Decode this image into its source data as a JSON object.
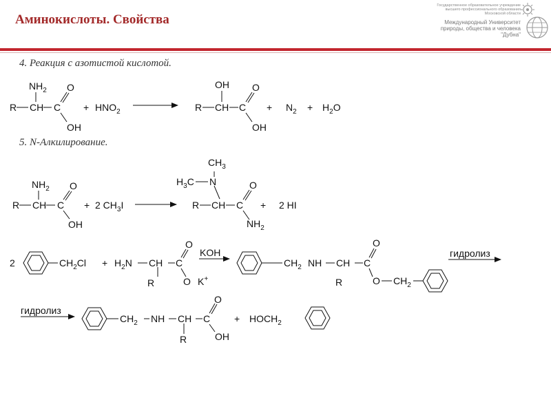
{
  "header": {
    "title": "Аминокислоты. Свойства",
    "logo": {
      "line1": "Государственное образовательное учреждение",
      "line2": "высшего профессионального образования",
      "line3": "Московской области",
      "line4": "Международный Университет",
      "line5": "природы, общества и человека",
      "line6": "\"Дубна\""
    }
  },
  "colors": {
    "title": "#a32a2a",
    "rule": "#c2262e"
  },
  "sections": [
    {
      "label": "4. Реакция с азотистой кислотой."
    },
    {
      "label": "5. N-Алкилирование."
    }
  ],
  "chem": {
    "R": "R",
    "CH": "CH",
    "C": "C",
    "O": "O",
    "OH": "OH",
    "NH": "NH",
    "N": "N",
    "NH2": "NH",
    "sub2": "2",
    "sub3": "3",
    "plus": "+",
    "HNO": "HNO",
    "H": "H",
    "N2": "N",
    "H2O_a": "H",
    "H2O_b": "O",
    "CH3I_a": "2 CH",
    "CH3I_b": "I",
    "H3C_a": "H",
    "H3C_b": "C",
    "CH3": "CH",
    "HI": "2 HI",
    "coef2": "2",
    "CH2Cl_a": "CH",
    "CH2Cl_b": "Cl",
    "H2N_a": "H",
    "H2N_b": "N",
    "KOH": "KOH",
    "Kplus": "K",
    "plus_sup": "+",
    "CH2": "CH",
    "hydrolysis": "гидролиз",
    "HOCH2": "HOCH"
  }
}
